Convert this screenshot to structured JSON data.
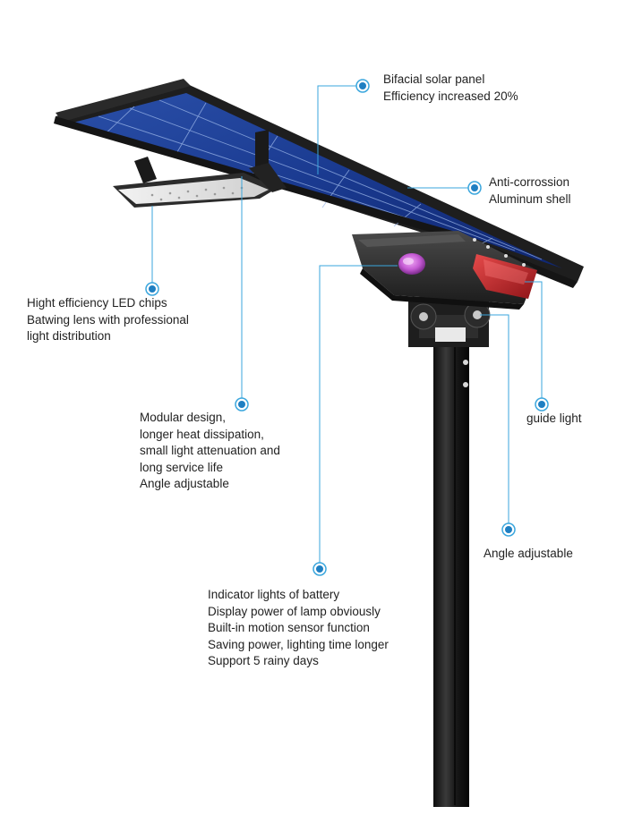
{
  "colors": {
    "leader_line": "#3aa6dd",
    "marker_outer": "#3aa6dd",
    "marker_inner": "#1f7fc2",
    "pole": "#1c1c1c",
    "panel_frame": "#1e1e1e",
    "panel_cells": "#1b3c8f",
    "sensor_indicator": "#c86ad6",
    "guide_light": "#c8262a"
  },
  "callouts": {
    "solar_panel": {
      "lines": [
        "Bifacial solar panel",
        "Efficiency increased 20%"
      ]
    },
    "shell": {
      "lines": [
        "Anti-corrossion",
        "Aluminum shell"
      ]
    },
    "led_chips": {
      "lines": [
        "Hight efficiency LED chips",
        "Batwing lens with professional",
        "light distribution"
      ]
    },
    "modular": {
      "lines": [
        "Modular design,",
        "longer heat dissipation,",
        "small light attenuation and",
        "long service life",
        "Angle adjustable"
      ]
    },
    "guide_light": {
      "lines": [
        "guide light"
      ]
    },
    "angle": {
      "lines": [
        "Angle adjustable"
      ]
    },
    "indicator": {
      "lines": [
        "Indicator lights of battery",
        "Display power of lamp obviously",
        "Built-in motion sensor function",
        "Saving power, lighting time longer",
        "Support 5 rainy days"
      ]
    }
  }
}
